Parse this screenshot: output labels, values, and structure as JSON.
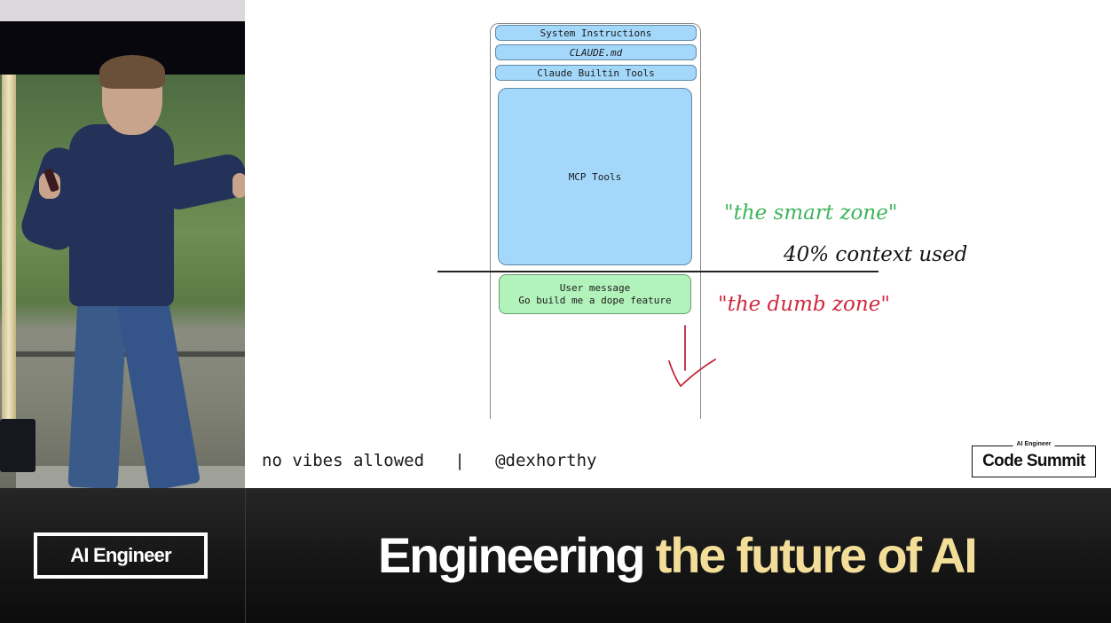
{
  "video": {
    "description": "Speaker on stage in navy hoodie and jeans holding a clicker"
  },
  "slide": {
    "context_window": {
      "blocks": [
        {
          "label": "System Instructions",
          "color": "#a4d8fb"
        },
        {
          "label": "CLAUDE.md",
          "color": "#a4d8fb"
        },
        {
          "label": "Claude Builtin Tools",
          "color": "#a4d8fb"
        },
        {
          "label": "MCP Tools",
          "color": "#a4d8fb"
        }
      ],
      "user_message": {
        "title": "User message",
        "body": "Go build me a dope feature",
        "color": "#b2f2bb"
      }
    },
    "annotations": {
      "smart_zone": "\"the smart zone\"",
      "context_used": "40% context used",
      "dumb_zone": "\"the dumb zone\"",
      "smart_color": "#3fb45a",
      "dumb_color": "#d02a3e",
      "arrow_icon": "down-arrow-icon"
    },
    "footer": {
      "text": "no vibes allowed   |   @dexhorthy"
    },
    "event_logo": {
      "top": "AI Engineer",
      "main": "Code Summit"
    }
  },
  "lower_third": {
    "logo": "AI Engineer",
    "tagline_white": "Engineering",
    "tagline_gold": "the future of AI",
    "gold_color": "#f2de98"
  }
}
